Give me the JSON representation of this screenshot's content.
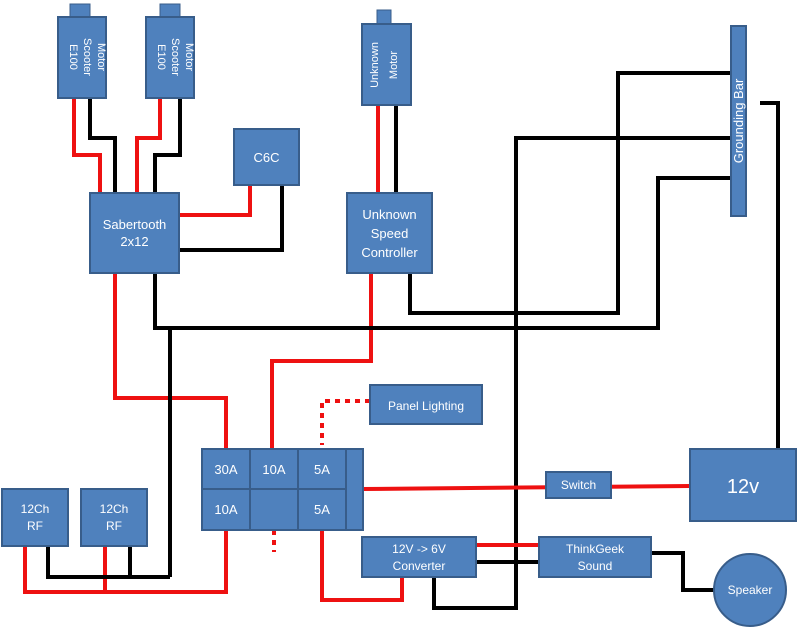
{
  "components": {
    "motor_left": {
      "line1": "E100",
      "line2": "Scooter",
      "line3": "Motor"
    },
    "motor_right": {
      "line1": "E100",
      "line2": "Scooter",
      "line3": "Motor"
    },
    "motor_unknown": {
      "line1": "Unknown",
      "line2": "Motor"
    },
    "c6c": {
      "label": "C6C"
    },
    "sabertooth": {
      "line1": "Sabertooth",
      "line2": "2x12"
    },
    "speed_controller": {
      "line1": "Unknown",
      "line2": "Speed",
      "line3": "Controller"
    },
    "grounding_bar": {
      "label": "Grounding Bar"
    },
    "panel_lighting": {
      "label": "Panel Lighting"
    },
    "fuse_block": {
      "top": [
        "30A",
        "10A",
        "5A"
      ],
      "bottom": [
        "10A",
        "",
        "5A"
      ]
    },
    "rf_left": {
      "line1": "12Ch",
      "line2": "RF"
    },
    "rf_right": {
      "line1": "12Ch",
      "line2": "RF"
    },
    "switch": {
      "label": "Switch"
    },
    "battery": {
      "label": "12v"
    },
    "converter": {
      "line1": "12V -> 6V",
      "line2": "Converter"
    },
    "thinkgeek": {
      "line1": "ThinkGeek",
      "line2": "Sound"
    },
    "speaker": {
      "label": "Speaker"
    }
  },
  "colors": {
    "box_fill": "#4f81bd",
    "box_border": "#385d8a",
    "positive_wire": "#ee1111",
    "ground_wire": "#000000"
  }
}
